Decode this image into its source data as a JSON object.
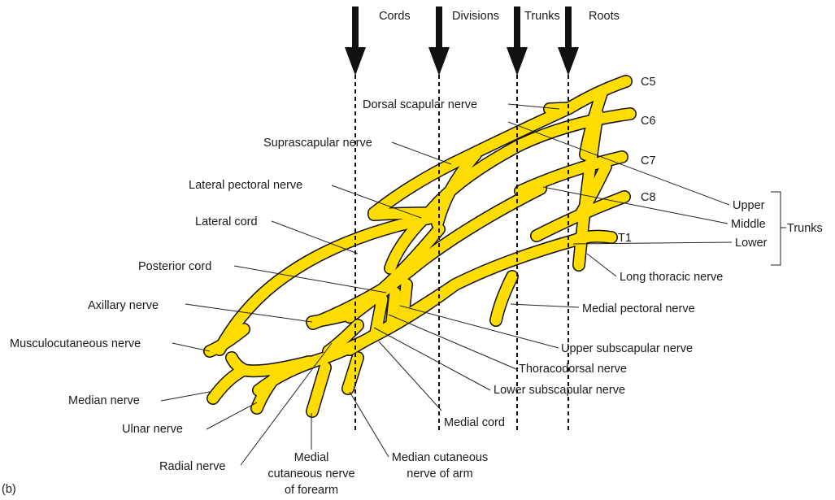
{
  "headers": {
    "cords": "Cords",
    "divisions": "Divisions",
    "trunks": "Trunks",
    "roots": "Roots"
  },
  "roots": {
    "c5": "C5",
    "c6": "C6",
    "c7": "C7",
    "c8": "C8",
    "t1": "T1"
  },
  "trunks": {
    "upper": "Upper",
    "middle": "Middle",
    "lower": "Lower",
    "group_label": "Trunks"
  },
  "labels": {
    "dorsal_scapular": "Dorsal scapular nerve",
    "suprascapular": "Suprascapular nerve",
    "lateral_pectoral": "Lateral pectoral nerve",
    "lateral_cord": "Lateral cord",
    "posterior_cord": "Posterior cord",
    "axillary": "Axillary nerve",
    "musculocutaneous": "Musculocutaneous nerve",
    "median": "Median nerve",
    "ulnar": "Ulnar nerve",
    "radial": "Radial nerve",
    "medial_cutaneous_forearm": [
      "Medial",
      "cutaneous nerve",
      "of forearm"
    ],
    "median_cutaneous_arm": [
      "Median cutaneous",
      "nerve of arm"
    ],
    "medial_cord": "Medial cord",
    "lower_subscapular": "Lower subscapular nerve",
    "thoracodorsal": "Thoracodorsal nerve",
    "upper_subscapular": "Upper subscapular nerve",
    "medial_pectoral": "Medial pectoral nerve",
    "long_thoracic": "Long thoracic nerve"
  },
  "panel_label": "(b)",
  "colors": {
    "nerve": "#ffdd00",
    "outline": "#111111"
  }
}
